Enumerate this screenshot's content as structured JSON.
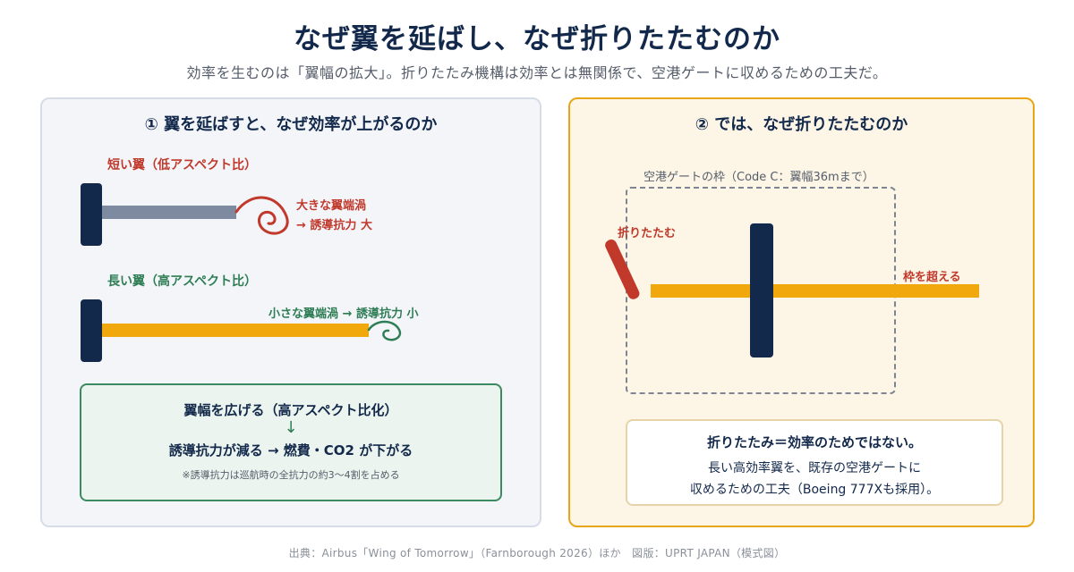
{
  "header": {
    "title": "なぜ翼を延ばし、なぜ折りたたむのか",
    "subtitle": "効率を生むのは「翼幅の拡大」。折りたたみ機構は効率とは無関係で、空港ゲートに収めるための工夫だ。"
  },
  "left_panel": {
    "title": "① 翼を延ばすと、なぜ効率が上がるのか",
    "short_wing": {
      "label": "短い翼（低アスペクト比）",
      "vortex_line1": "大きな翼端渦",
      "vortex_line2": "→ 誘導抗力 大"
    },
    "long_wing": {
      "label": "長い翼（高アスペクト比）",
      "vortex_label": "小さな翼端渦 → 誘導抗力 小"
    },
    "summary": {
      "line1": "翼幅を広げる（高アスペクト比化）",
      "arrow": "↓",
      "line2": "誘導抗力が減る → 燃費・CO2 が下がる",
      "note": "※誘導抗力は巡航時の全抗力の約3〜4割を占める"
    }
  },
  "right_panel": {
    "title": "② では、なぜ折りたたむのか",
    "gate_label": "空港ゲートの枠（Code C：翼幅36mまで）",
    "fold_label": "折りたたむ",
    "exceed_label": "枠を超える",
    "summary": {
      "line1": "折りたたみ＝効率のためではない。",
      "line2": "長い高効率翼を、既存の空港ゲートに",
      "line3": "収めるための工夫（Boeing 777Xも採用）。"
    }
  },
  "footer": {
    "text": "出典：Airbus「Wing of Tomorrow」（Farnborough 2026）ほか　図版：UPRT JAPAN（模式図）"
  },
  "colors": {
    "navy": "#13294b",
    "gold": "#f0a80c",
    "gray_wing": "#7d8aa0",
    "red": "#c0392b",
    "green": "#2e7d55"
  }
}
